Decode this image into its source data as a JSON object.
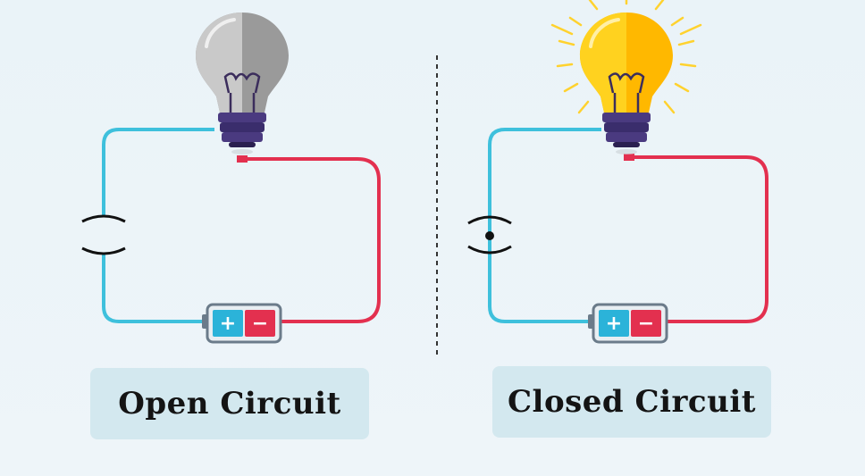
{
  "panels": {
    "open": {
      "caption": "Open Circuit",
      "battery": {
        "positive": "+",
        "negative": "−"
      },
      "switch_state": "open",
      "bulb_state": "off"
    },
    "closed": {
      "caption": "Closed Circuit",
      "battery": {
        "positive": "+",
        "negative": "−"
      },
      "switch_state": "closed",
      "bulb_state": "on"
    }
  },
  "colors": {
    "positive_wire": "#3ec0dc",
    "negative_wire": "#e3304f",
    "bulb_off": "#9a9a9a",
    "bulb_on": "#ffc21a",
    "bulb_base": "#4a3a80",
    "label_background": "#d3e8ef"
  },
  "icons": [
    "light-bulb-icon",
    "battery-icon",
    "switch-icon"
  ]
}
